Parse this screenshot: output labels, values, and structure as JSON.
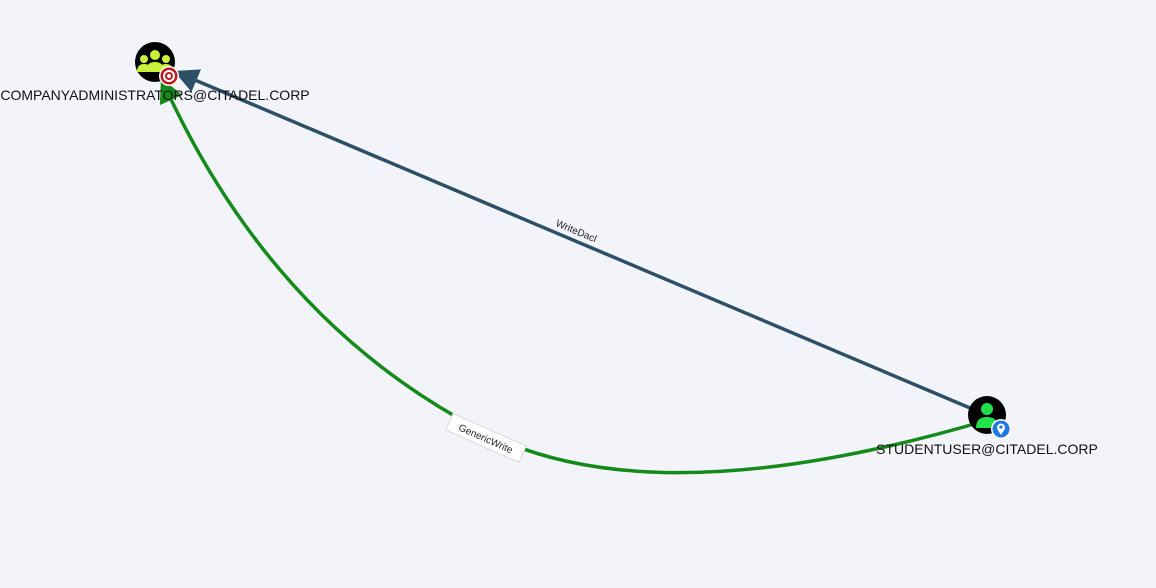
{
  "graph": {
    "nodes": [
      {
        "id": "group",
        "label": "COMPANYADMINISTRATORS@CITADEL.CORP",
        "kind": "group",
        "icon": "group-users-icon",
        "badge": "target-icon",
        "icon_color": "#c8f23a",
        "badge_color": "#c0161c"
      },
      {
        "id": "user",
        "label": "STUDENTUSER@CITADEL.CORP",
        "kind": "user",
        "icon": "user-icon",
        "badge": "location-pin-icon",
        "icon_color": "#22e04a",
        "badge_color": "#1f78e0"
      }
    ],
    "edges": [
      {
        "id": "writedacl",
        "label": "WriteDacl",
        "source": "user",
        "target": "group",
        "color": "#2b5068"
      },
      {
        "id": "genericwrite",
        "label": "GenericWrite",
        "source": "user",
        "target": "group",
        "color": "#148a1a"
      }
    ]
  }
}
